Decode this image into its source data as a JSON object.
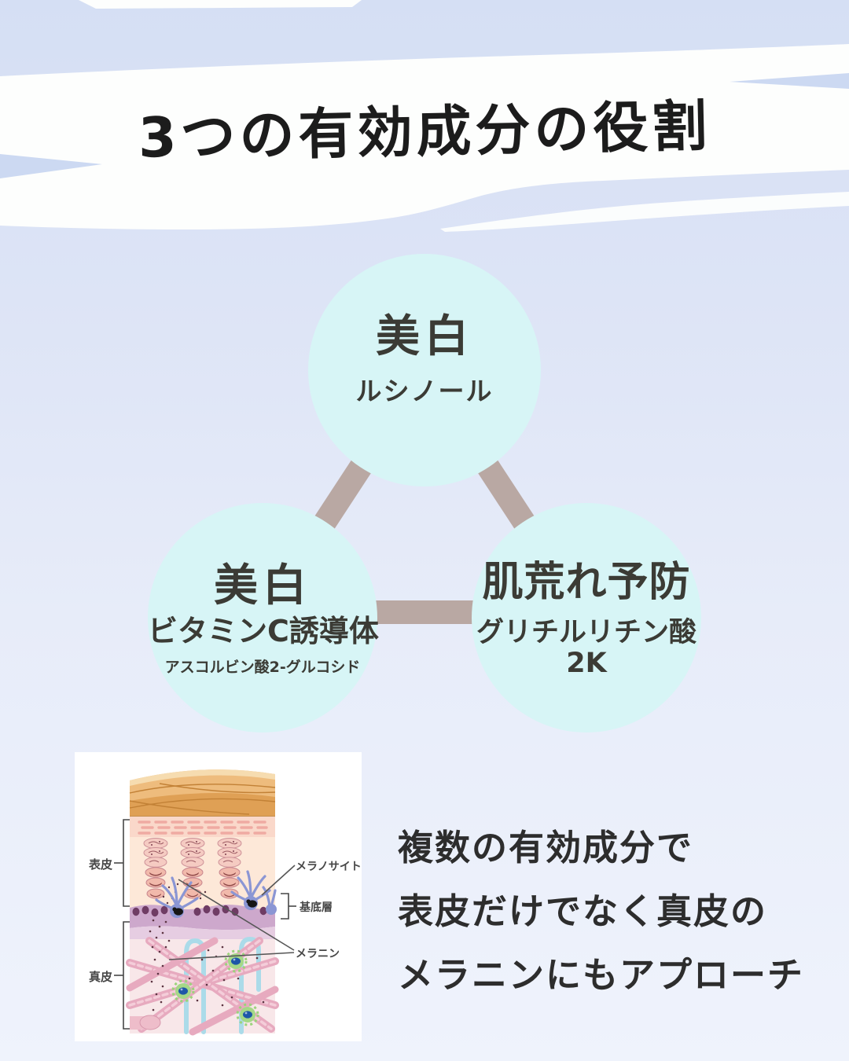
{
  "title": "3つの有効成分の役割",
  "circles": {
    "top": {
      "heading": "美白",
      "ingredient": "ルシノール"
    },
    "left": {
      "heading": "美白",
      "ingredient": "ビタミンC誘導体",
      "note": "アスコルビン酸2-グルコシド"
    },
    "right": {
      "heading": "肌荒れ予防",
      "ingredient": "グリチルリチン酸",
      "ingredient_line2": "2K"
    }
  },
  "skin_diagram": {
    "labels": {
      "epidermis": "表皮",
      "dermis": "真皮",
      "melanocyte": "メラノサイト",
      "basal_layer": "基底層",
      "melanin": "メラニン"
    }
  },
  "caption": {
    "lines": [
      "複数の有効成分で",
      "表皮だけでなく真皮の",
      "メラニンにもアプローチ"
    ]
  },
  "colors": {
    "background_top": "#d5dff4",
    "background_bottom": "#eff3fc",
    "brush_white": "#fdfefd",
    "circle_fill": "#d7f5f6",
    "connector": "#b9a8a3",
    "title_text": "#1c1c1c",
    "heading_text": "#3b3b35",
    "caption_text": "#2d2d2d",
    "notch_blue": "#ccd9f2"
  }
}
